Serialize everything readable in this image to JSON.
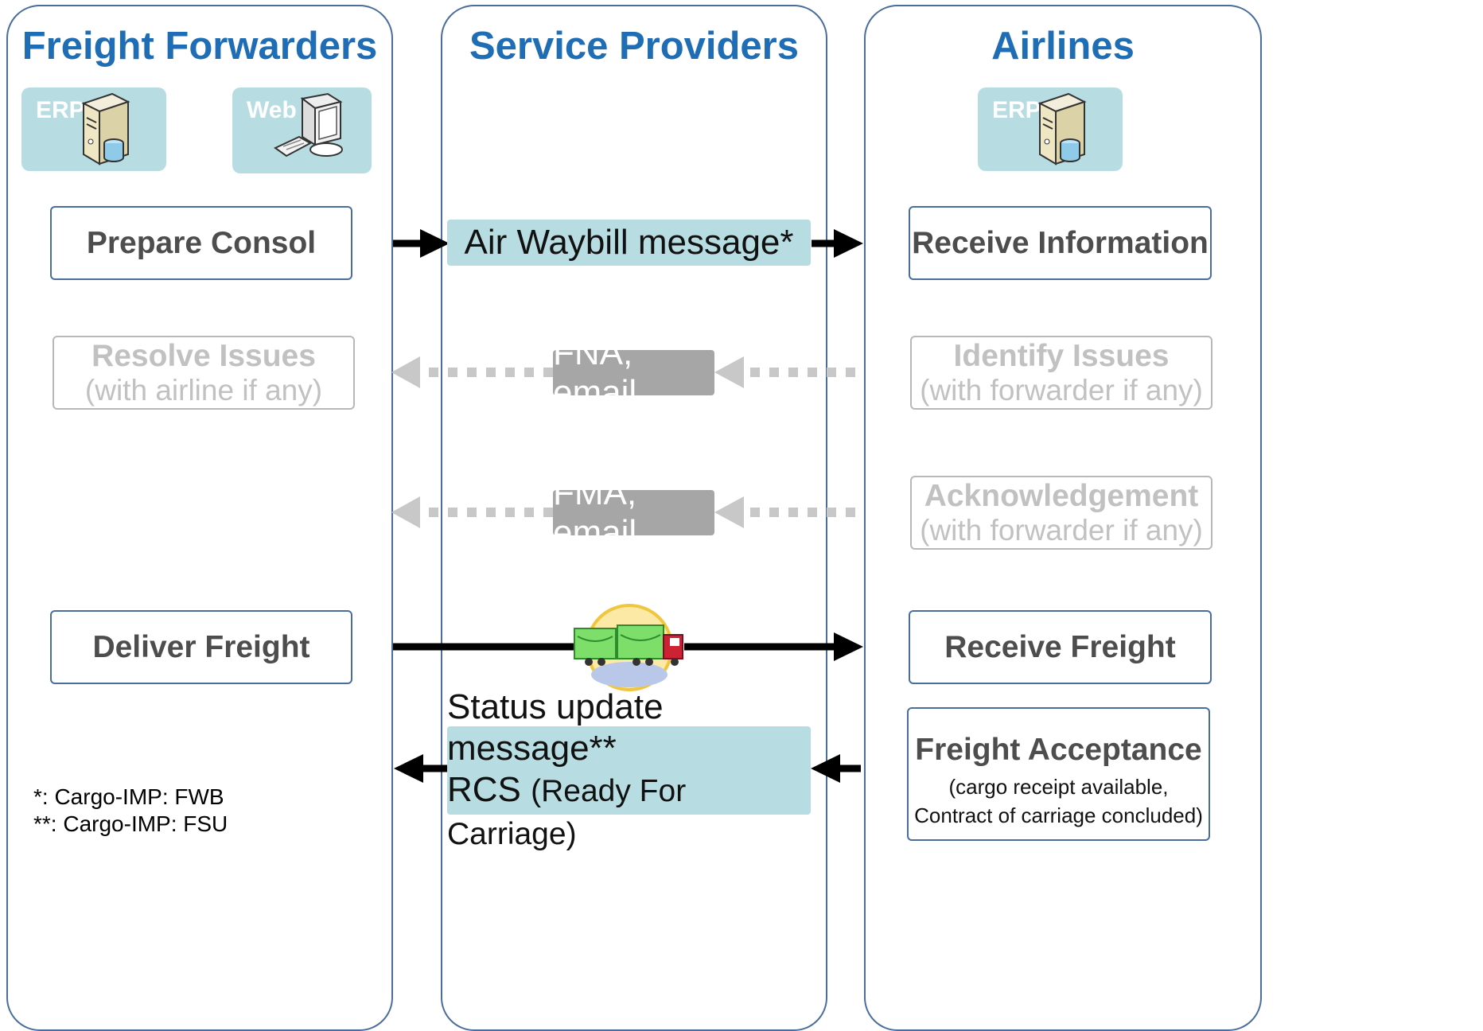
{
  "lanes": {
    "forwarders": "Freight Forwarders",
    "providers": "Service Providers",
    "airlines": "Airlines"
  },
  "systems": {
    "fw_erp": "ERP",
    "fw_web": "Web",
    "al_erp": "ERP"
  },
  "steps": {
    "prepare_consol": "Prepare Consol",
    "receive_information": "Receive Information",
    "resolve_issues": "Resolve Issues",
    "resolve_issues_sub": "(with airline if any)",
    "identify_issues": "Identify Issues",
    "identify_issues_sub": "(with forwarder if any)",
    "acknowledgement": "Acknowledgement",
    "acknowledgement_sub": "(with forwarder if any)",
    "deliver_freight": "Deliver Freight",
    "receive_freight": "Receive Freight",
    "freight_acceptance": "Freight Acceptance",
    "freight_acceptance_sub1": "(cargo receipt available,",
    "freight_acceptance_sub2": "Contract of carriage concluded)"
  },
  "messages": {
    "air_waybill": "Air Waybill message*",
    "fna": "FNA, email",
    "fma": "FMA, email",
    "status_update": "Status update message**",
    "rcs": "RCS",
    "rcs_detail": "(Ready For Carriage)"
  },
  "footnotes": {
    "single": "*: Cargo-IMP: FWB",
    "double": "**: Cargo-IMP: FSU"
  },
  "icons": [
    "server-icon",
    "computer-icon",
    "truck-icon"
  ],
  "colors": {
    "title": "#1f6db5",
    "lane_border": "#4a6d9c",
    "system_fill": "#b7dde2",
    "faded": "#c1c1c1",
    "grey_message": "#a6a6a6"
  }
}
